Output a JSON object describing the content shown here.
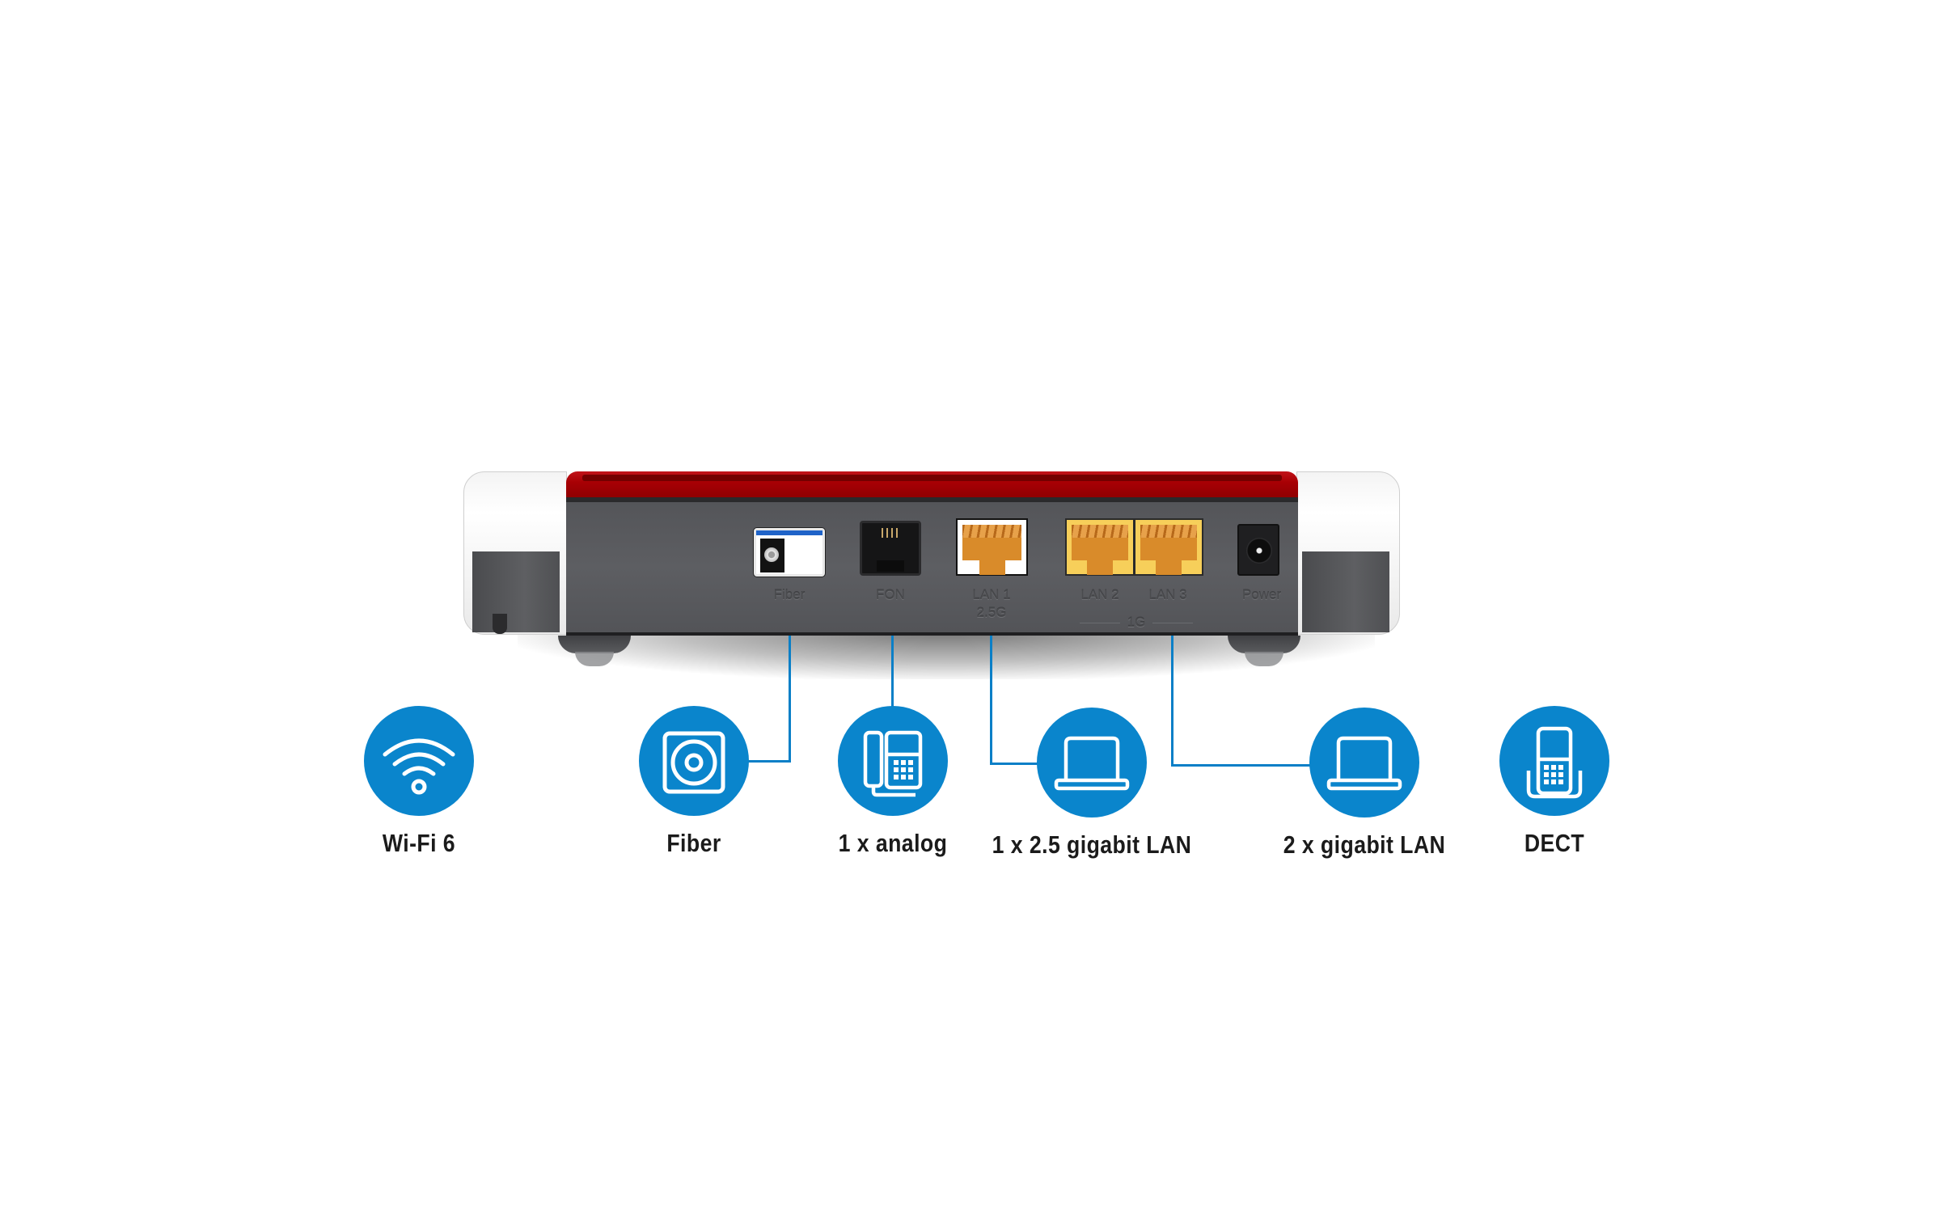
{
  "device": {
    "view": "router rear panel",
    "colors": {
      "top_band": "#a80004",
      "panel": "#5a5b5e",
      "end_caps": "#f2f2f2",
      "accent_blue": "#0a85cc"
    },
    "ports": [
      {
        "id": "fiber",
        "label": "Fiber"
      },
      {
        "id": "fon",
        "label": "FON"
      },
      {
        "id": "lan1",
        "label": "LAN 1",
        "sublabel": "2.5G"
      },
      {
        "id": "lan2",
        "label": "LAN 2"
      },
      {
        "id": "lan3",
        "label": "LAN 3"
      },
      {
        "id": "power",
        "label": "Power"
      }
    ],
    "group_label": "1G"
  },
  "features": [
    {
      "id": "wifi",
      "label": "Wi-Fi 6",
      "icon": "wifi-icon"
    },
    {
      "id": "fiber",
      "label": "Fiber",
      "icon": "fiber-socket-icon"
    },
    {
      "id": "analog",
      "label": "1 x analog",
      "icon": "desk-phone-icon"
    },
    {
      "id": "lan25",
      "label": "1 x 2.5 gigabit LAN",
      "icon": "laptop-icon"
    },
    {
      "id": "lan1g",
      "label": "2 x gigabit LAN",
      "icon": "laptop-icon"
    },
    {
      "id": "dect",
      "label": "DECT",
      "icon": "cordless-phone-icon"
    }
  ]
}
